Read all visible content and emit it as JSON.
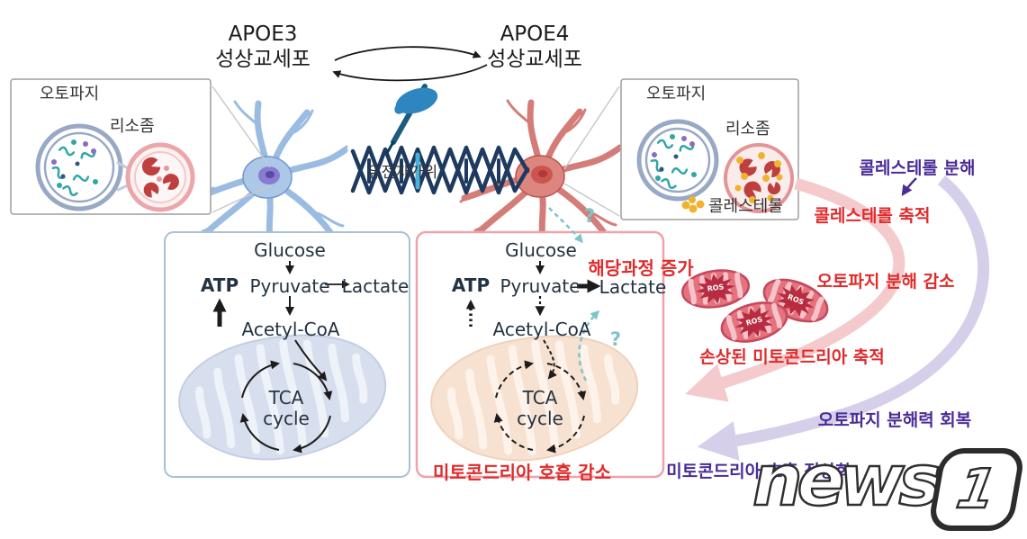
{
  "title_left": {
    "line1": "APOE3",
    "line2": "성상교세포"
  },
  "title_right": {
    "line1": "APOE4",
    "line2": "성상교세포"
  },
  "gene_scissors_label": "유전자가위",
  "left_inset": {
    "autophagy": "오토파지",
    "lysosome": "리소좀"
  },
  "right_inset": {
    "autophagy": "오토파지",
    "lysosome": "리소좀",
    "cholesterol": "콜레스테롤"
  },
  "annotations": {
    "cholesterol_breakdown": {
      "text": "콜레스테롤 분해",
      "color": "#4b2b96"
    },
    "cholesterol_accumulation": {
      "text": "콜레스테롤 축적",
      "color": "#df2b2b"
    },
    "autophagy_degradation_decrease": {
      "text": "오토파지 분해 감소",
      "color": "#df2b2b"
    },
    "damaged_mito_accumulation": {
      "text": "손상된 미토콘드리아 축적",
      "color": "#df2b2b"
    },
    "autophagy_capacity_recovery": {
      "text": "오토파지 분해력 회복",
      "color": "#4b2b96"
    },
    "mito_respiration_normalization": {
      "text": "미토콘드리아 호흡 정상화",
      "color": "#4b2b96"
    },
    "ros": "ROS"
  },
  "apoe3_pathway": {
    "glucose": "Glucose",
    "pyruvate": "Pyruvate",
    "lactate": "Lactate",
    "atp": "ATP",
    "acetyl_coa": "Acetyl-CoA",
    "tca_line1": "TCA",
    "tca_line2": "cycle"
  },
  "apoe4_pathway": {
    "glucose": "Glucose",
    "pyruvate": "Pyruvate",
    "lactate": "Lactate",
    "atp": "ATP",
    "acetyl_coa": "Acetyl-CoA",
    "tca_line1": "TCA",
    "tca_line2": "cycle",
    "glycolysis_increase": "해당과정 증가",
    "respiration_decrease": "미토콘드리아 호흡 감소",
    "question_mark": "?"
  },
  "watermark": {
    "word": "news",
    "digit": "1"
  },
  "colors": {
    "red_text": "#df2b2b",
    "purple_text": "#4b2b96",
    "teal": "#7cc5cb",
    "pink_arrow": "#f5cacc",
    "purple_arrow": "#d6cfea",
    "apoe3_cell": "#abc8e9",
    "apoe4_cell": "#dd867f",
    "apoe3_box_border": "#a9bfd2",
    "apoe4_box_border": "#f0a2ac",
    "cholesterol_dot": "#f1b32f",
    "ros_burst": "#b72c40"
  }
}
